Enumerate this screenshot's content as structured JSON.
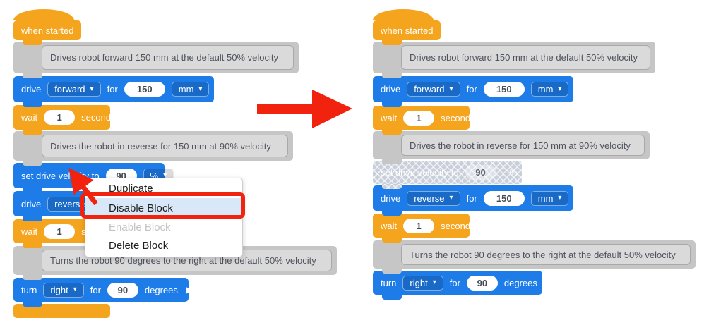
{
  "colors": {
    "block_blue": "#1E7CE8",
    "block_orange": "#F5A41D",
    "comment_gray_outer": "#C6C6C6",
    "comment_gray_inner": "#DADADA",
    "disabled_block_fill": "#C9CFDA",
    "annotation_red": "#F2230E",
    "menu_highlight_blue": "#D9E8F8"
  },
  "icons": {
    "dropdown_caret": "▾",
    "play_arrow": "▶"
  },
  "program": {
    "hat_label": "when started",
    "comments": {
      "forward": "Drives robot forward 150 mm at the default 50% velocity",
      "reverse": "Drives the robot in reverse for 150 mm at 90% velocity",
      "turn": "Turns the robot 90 degrees to the right at the default 50% velocity"
    },
    "drive_forward": {
      "verb": "drive",
      "direction": "forward",
      "for_label": "for",
      "distance": "150",
      "unit": "mm"
    },
    "drive_reverse": {
      "verb": "drive",
      "direction": "reverse",
      "for_label": "for",
      "distance": "150",
      "unit": "mm"
    },
    "wait": {
      "verb": "wait",
      "duration": "1",
      "unit_label": "seconds"
    },
    "set_velocity": {
      "label": "set drive velocity to",
      "value": "90",
      "unit": "%"
    },
    "turn": {
      "verb": "turn",
      "direction": "right",
      "for_label": "for",
      "angle": "90",
      "unit_label": "degrees"
    }
  },
  "context_menu": {
    "items": [
      {
        "label": "Duplicate",
        "state": "normal"
      },
      {
        "label": "Disable Block",
        "state": "highlighted"
      },
      {
        "label": "Enable Block",
        "state": "disabled"
      },
      {
        "label": "Delete Block",
        "state": "normal"
      }
    ]
  }
}
